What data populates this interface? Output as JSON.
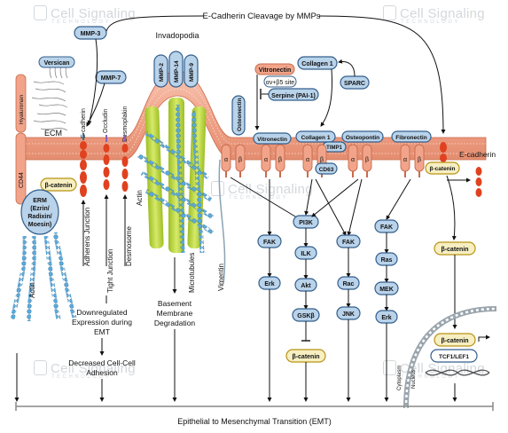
{
  "watermark": {
    "brand": "Cell Signaling",
    "sub": "TECHNOLOGY"
  },
  "title_top": "E-Cadherin Cleavage by MMPs",
  "footer": "Epithelial to Mesenchymal Transition (EMT)",
  "labels": {
    "invadopodia": "Invadopodia",
    "ecm": "ECM",
    "hyaluronan": "Hyaluronan",
    "versican": "Versican",
    "cd44": "CD44",
    "e_cadherin_left": "E-cadherin",
    "occludin": "Occludin",
    "desmoplakin": "Desmoplakin",
    "beta_catenin": "β-catenin",
    "erm": [
      "ERM",
      "(Ezrin/",
      "Radixin/",
      "Moesin)"
    ],
    "actin_left": "Actin",
    "actin_mid": "Actin",
    "adherens": "Adherens Junction",
    "tight": "Tight Junction",
    "desmosome": "Desmosome",
    "downregulated": [
      "Downregulated",
      "Expression during",
      "EMT"
    ],
    "decreased": [
      "Decreased Cell-Cell",
      "Adhesion"
    ],
    "basement": [
      "Basement",
      "Membrane",
      "Degradation"
    ],
    "microtubules": "Microtubules",
    "vimentin": "Vimentin",
    "mmp3": "MMP-3",
    "mmp7": "MMP-7",
    "mmp2": "MMP-2",
    "mmp14": "MMP-14",
    "mmp9": "MMP-9",
    "vitronectin_top": "Vitronectin",
    "site": "αv+β5 site",
    "serpine": "Serpine (PAI-1)",
    "collagen1_top": "Collagen 1",
    "sparc": "SPARC",
    "osteonectin": "Osteonectin",
    "vitronectin": "Vitronectin",
    "collagen1": "Collagen 1",
    "timp1": "TIMP1",
    "osteopontin": "Osteopontin",
    "fibronectin": "Fibronectin",
    "cd63": "CD63",
    "alpha": "α",
    "beta": "β",
    "e_cadherin_right": "E-cadherin",
    "beta_catenin_right": "β-catenin",
    "beta_catenin_cyto": "β-catenin",
    "pi3k": "PI3K",
    "fak1": "FAK",
    "erk1": "Erk",
    "ilk": "ILK",
    "akt": "Akt",
    "gsk": "GSKβ",
    "beta_catenin_path": "β-catenin",
    "fak2": "FAK",
    "rac": "Rac",
    "jnk": "JNK",
    "fak3": "FAK",
    "ras": "Ras",
    "mek": "MEK",
    "erk2": "Erk",
    "beta_catenin_nuc": "β-catenin",
    "tcf": "TCF1/LEF1",
    "cytoplasm": "Cytoplasm",
    "nucleus": "Nucleus"
  },
  "colors": {
    "membrane": "#f1a48a",
    "membrane_edge": "#c96a4c",
    "blue_pill": "#b9d3ea",
    "blue_edge": "#345f8c",
    "yellow_pill": "#f7efc2",
    "yellow_edge": "#b89416",
    "red_protein": "#e0411f",
    "microtubule": "#bcd43a",
    "actin": "#5aa9d9"
  }
}
